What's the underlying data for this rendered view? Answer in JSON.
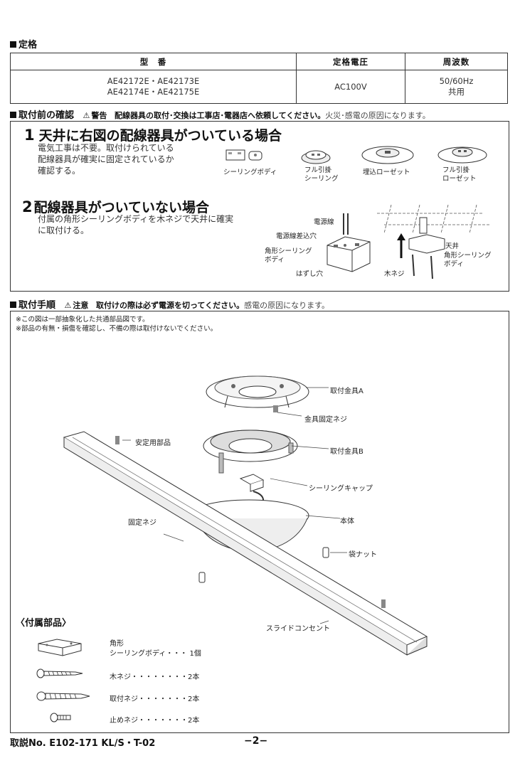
{
  "spec": {
    "heading": "定格",
    "headers": [
      "型　番",
      "定格電圧",
      "周波数"
    ],
    "models": [
      "AE42172E・AE42173E",
      "AE42174E・AE42175E"
    ],
    "voltage": "AC100V",
    "frequency": "50/60Hz",
    "frequency_note": "共用"
  },
  "check": {
    "heading": "取付前の確認",
    "warn_label": "警告",
    "warn_bold": "配線器具の取付･交換は工事店･電器店へ依頼してください。",
    "warn_rest": "火災･感電の原因になります。",
    "case1": {
      "num": "1",
      "title": "天井に右図の配線器具がついている場合",
      "lines": [
        "電気工事は不要。取付けられている",
        "配線器具が確実に固定されているか",
        "確認する。"
      ],
      "items": [
        {
          "lines": [
            "シーリングボディ"
          ]
        },
        {
          "lines": [
            "フル引掛",
            "シーリング"
          ]
        },
        {
          "lines": [
            "埋込ローゼット"
          ]
        },
        {
          "lines": [
            "フル引掛",
            "ローゼット"
          ]
        }
      ]
    },
    "case2": {
      "num": "2",
      "title": "配線器具がついていない場合",
      "lines": [
        "付属の角形シーリングボディを木ネジで天井に確実",
        "に取付ける。"
      ],
      "labels": {
        "wire": "電源線",
        "wire_hole": "電源線差込穴",
        "body_l1": "角形シーリング",
        "body_l2": "ボディ",
        "release": "はずし穴",
        "ceiling": "天井",
        "body2_l1": "角形シーリング",
        "body2_l2": "ボディ",
        "screw": "木ネジ"
      }
    }
  },
  "procedure": {
    "heading": "取付手順",
    "caution_label": "注意",
    "caution_bold": "取付けの際は必ず電源を切ってください。",
    "caution_rest": "感電の原因になります。",
    "notes": [
      "※この図は一部抽象化した共通部品図です。",
      "※部品の有無・損傷を確認し、不備の際は取付けないでください。"
    ],
    "parts": {
      "bracket_a": "取付金具A",
      "bracket_screw": "金具固定ネジ",
      "bracket_b": "取付金具B",
      "stabilizer": "安定用部品",
      "ceiling_cap": "シーリングキャップ",
      "fix_screw": "固定ネジ",
      "main_body": "本体",
      "cap_nut": "袋ナット",
      "slide_outlet": "スライドコンセント"
    },
    "accessories": {
      "heading": "〈付属部品〉",
      "items": [
        {
          "l1": "角形",
          "l2": "シーリングボディ・・・ 1個"
        },
        {
          "l2": "木ネジ・・・・・・・・2本"
        },
        {
          "l2": "取付ネジ・・・・・・・2本"
        },
        {
          "l2": "止めネジ・・・・・・・2本"
        }
      ]
    }
  },
  "footer": {
    "doc_no": "取説No. E102-171 KL/S・T-02",
    "page": "−2−"
  }
}
